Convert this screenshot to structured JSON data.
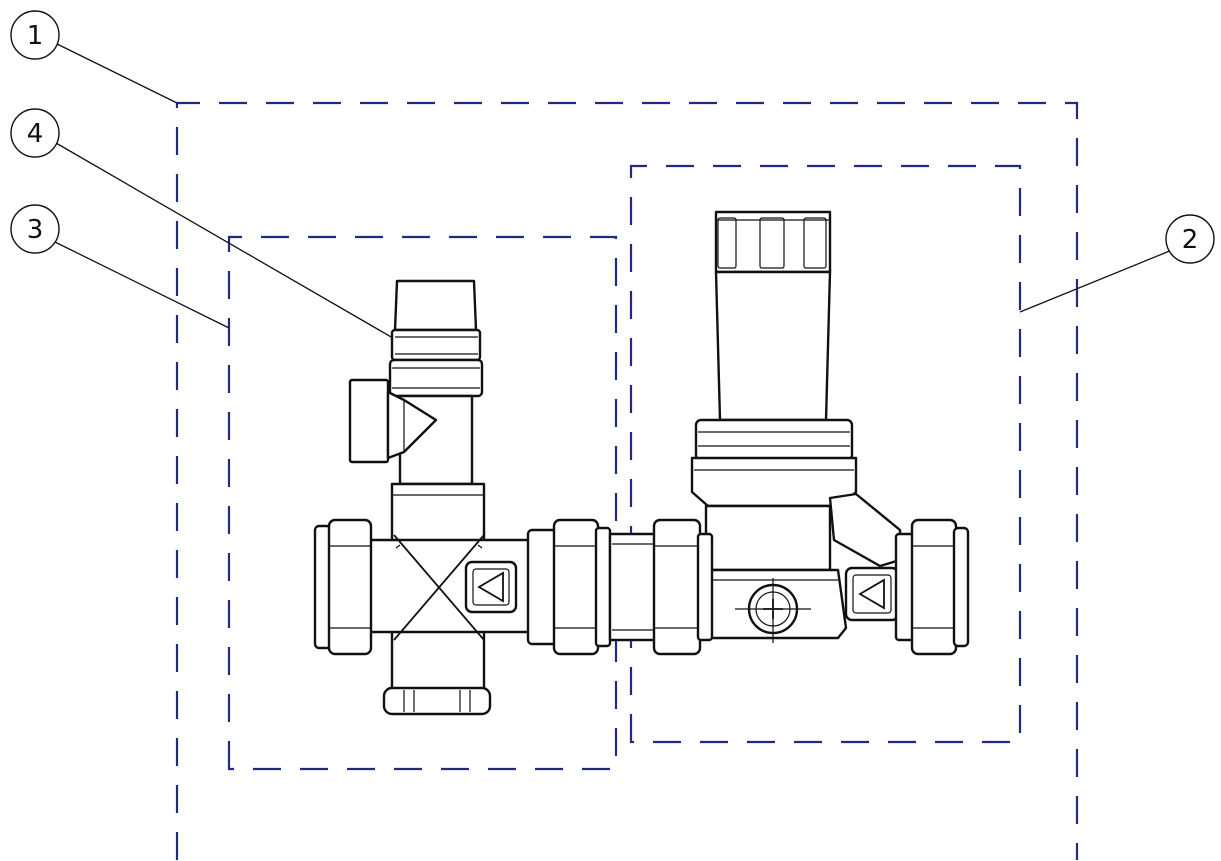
{
  "callouts": [
    {
      "id": "1",
      "label": "1"
    },
    {
      "id": "2",
      "label": "2"
    },
    {
      "id": "3",
      "label": "3"
    },
    {
      "id": "4",
      "label": "4"
    }
  ],
  "colors": {
    "boundary_dash": "#1f2a80",
    "line": "#111111",
    "background": "#ffffff"
  }
}
